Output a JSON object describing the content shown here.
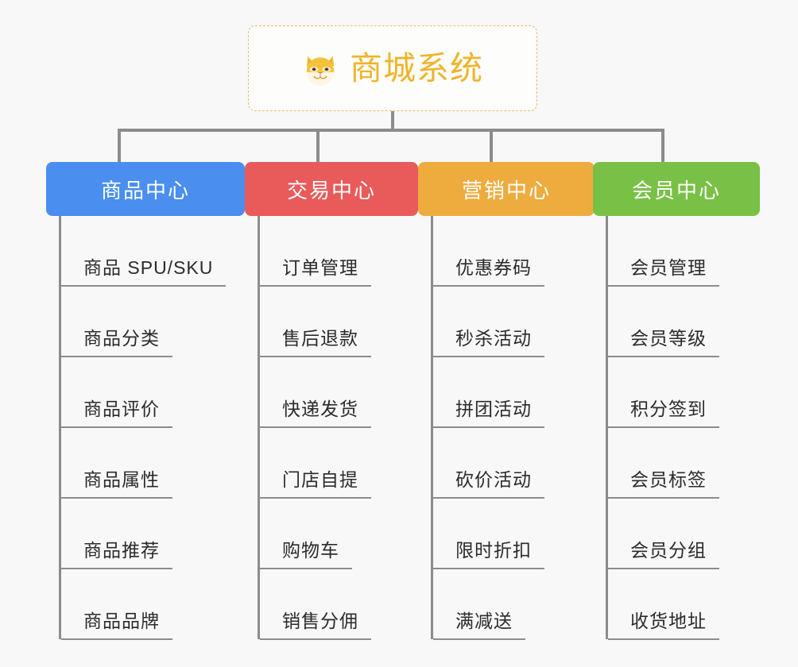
{
  "background_color": "#f8f8f8",
  "root": {
    "title": "商城系统",
    "icon": "shiba-inu-dog-face-emoji",
    "border_color": "#e8bb6a",
    "text_color": "#f0b429",
    "background_color": "#fdfdfb"
  },
  "connector_color": "#8c8c8c",
  "columns": [
    {
      "title": "商品中心",
      "color": "#4a8ef0",
      "leaves": [
        "商品 SPU/SKU",
        "商品分类",
        "商品评价",
        "商品属性",
        "商品推荐",
        "商品品牌"
      ]
    },
    {
      "title": "交易中心",
      "color": "#e95b5b",
      "leaves": [
        "订单管理",
        "售后退款",
        "快递发货",
        "门店自提",
        "购物车",
        "销售分佣"
      ]
    },
    {
      "title": "营销中心",
      "color": "#eeac3e",
      "leaves": [
        "优惠券码",
        "秒杀活动",
        "拼团活动",
        "砍价活动",
        "限时折扣",
        "满减送"
      ]
    },
    {
      "title": "会员中心",
      "color": "#79c146",
      "leaves": [
        "会员管理",
        "会员等级",
        "积分签到",
        "会员标签",
        "会员分组",
        "收货地址"
      ]
    }
  ]
}
